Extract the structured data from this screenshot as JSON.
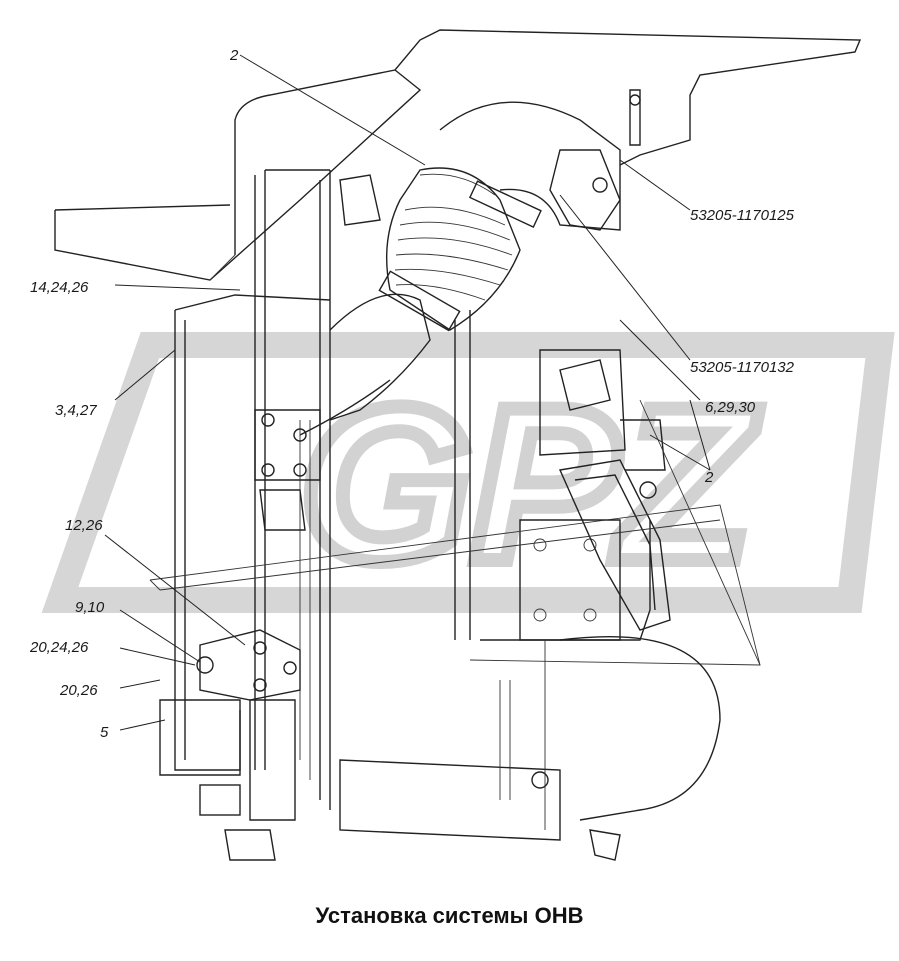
{
  "title": "Установка системы ОНВ",
  "watermark": "GPZ",
  "callouts": {
    "c2_top": "2",
    "c53205_1170125": "53205-1170125",
    "c14_24_26": "14,24,26",
    "c53205_1170132": "53205-1170132",
    "c3_4_27": "3,4,27",
    "c6_29_30": "6,29,30",
    "c2_right": "2",
    "c12_26": "12,26",
    "c9_10": "9,10",
    "c20_24_26": "20,24,26",
    "c20_26": "20,26",
    "c5": "5"
  },
  "colors": {
    "line": "#222222",
    "watermark": "#d6d6d6",
    "background": "#ffffff"
  }
}
